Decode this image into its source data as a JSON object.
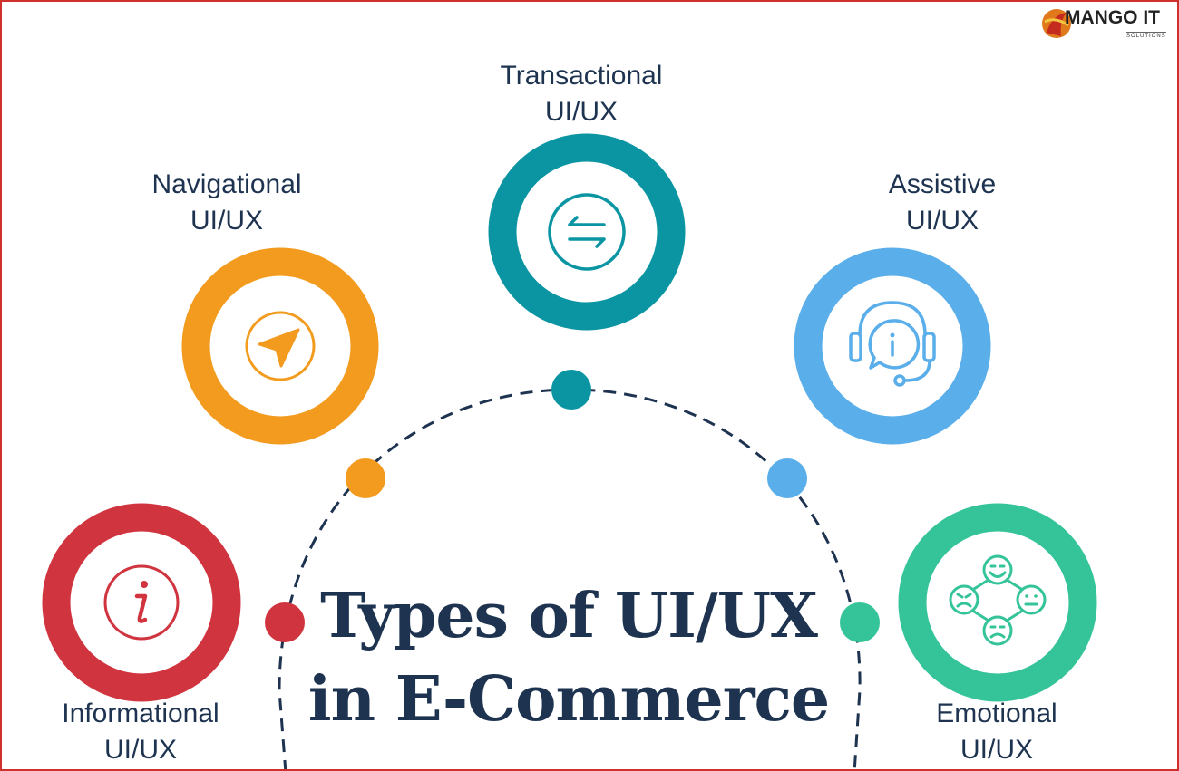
{
  "logo": {
    "name": "MANGO IT",
    "tagline": "SOLUTIONS"
  },
  "title": {
    "line1": "Types of UI/UX",
    "line2": "in E-Commerce"
  },
  "types": [
    {
      "key": "informational",
      "line1": "Informational",
      "line2": "UI/UX",
      "color": "#d0343f",
      "icon": "info-icon"
    },
    {
      "key": "navigational",
      "line1": "Navigational",
      "line2": "UI/UX",
      "color": "#f39b1f",
      "icon": "navigation-arrow-icon"
    },
    {
      "key": "transactional",
      "line1": "Transactional",
      "line2": "UI/UX",
      "color": "#0b95a3",
      "icon": "exchange-arrows-icon"
    },
    {
      "key": "assistive",
      "line1": "Assistive",
      "line2": "UI/UX",
      "color": "#5aaeea",
      "icon": "headset-support-icon"
    },
    {
      "key": "emotional",
      "line1": "Emotional",
      "line2": "UI/UX",
      "color": "#35c49a",
      "icon": "emotions-faces-icon"
    }
  ],
  "colors": {
    "text": "#1d3350",
    "arc": "#1d3350",
    "border": "#d0312d"
  }
}
